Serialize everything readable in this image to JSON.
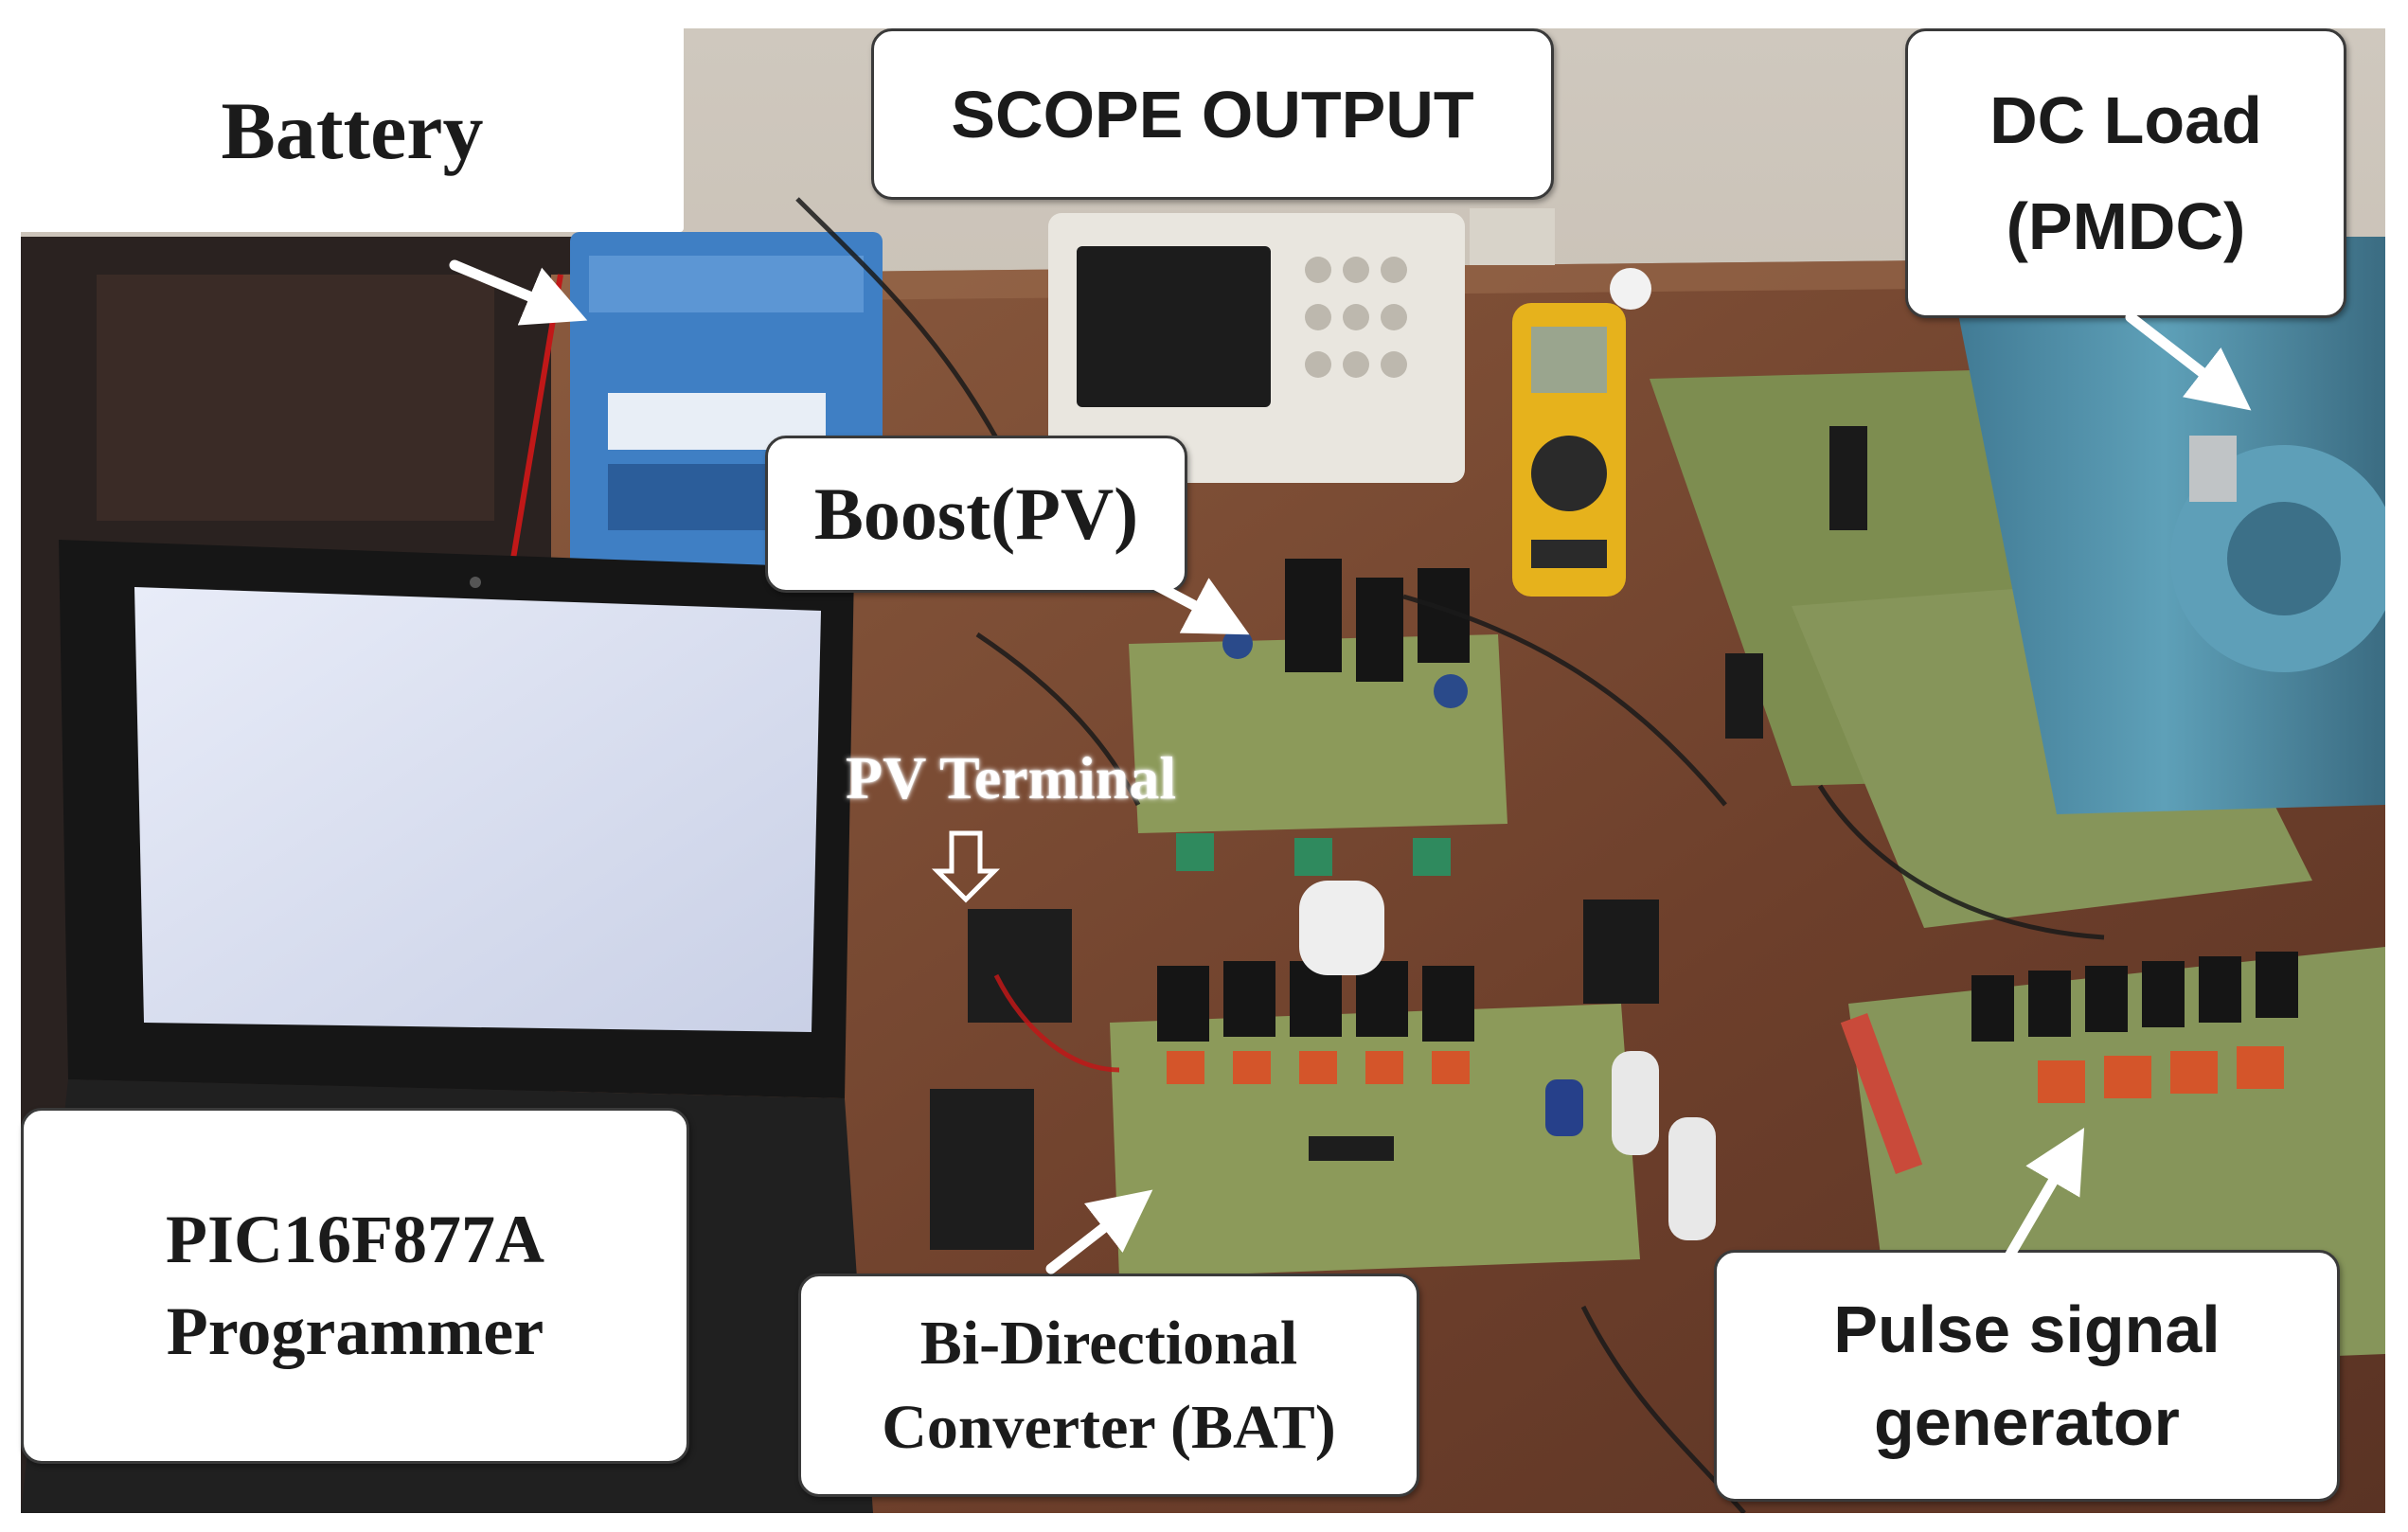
{
  "labels": {
    "battery": "Battery",
    "scope_output": "SCOPE OUTPUT",
    "dc_load": "DC Load\n(PMDC)",
    "boost_pv": "Boost(PV)",
    "pv_terminal": "PV Terminal",
    "pic_programmer": "PIC16F877A\nProgrammer",
    "bidirectional_converter": "Bi-Directional\nConverter (BAT)",
    "pulse_signal_generator": "Pulse signal\ngenerator"
  },
  "colors": {
    "callout_bg": "#ffffff",
    "callout_border": "#3a3a3a",
    "arrow": "#ffffff",
    "pcb_green": "#8c9a5a",
    "table_brown": "#7a4a32",
    "battery_blue": "#3f7fc4",
    "motor_blue": "#4f8fa8",
    "multimeter_yellow": "#e6b21c"
  }
}
